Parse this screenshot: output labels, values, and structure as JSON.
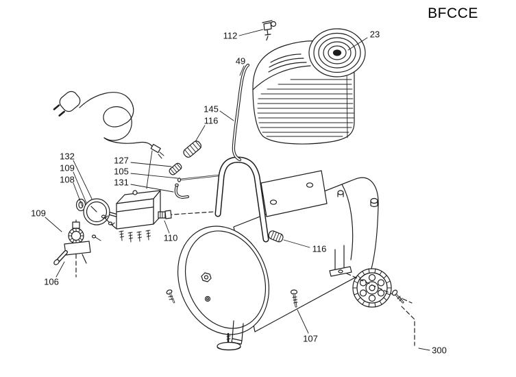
{
  "title": "BFCCE",
  "labels": [
    {
      "part": "112",
      "text": "112"
    },
    {
      "part": "23",
      "text": "23"
    },
    {
      "part": "49",
      "text": "49"
    },
    {
      "part": "145",
      "text": "145"
    },
    {
      "part": "116-upper",
      "text": "116"
    },
    {
      "part": "127",
      "text": "127"
    },
    {
      "part": "105",
      "text": "105"
    },
    {
      "part": "131",
      "text": "131"
    },
    {
      "part": "132",
      "text": "132"
    },
    {
      "part": "109-gauge",
      "text": "109"
    },
    {
      "part": "108",
      "text": "108"
    },
    {
      "part": "109-valve",
      "text": "109"
    },
    {
      "part": "110",
      "text": "110"
    },
    {
      "part": "116-lower",
      "text": "116"
    },
    {
      "part": "106",
      "text": "106"
    },
    {
      "part": "107",
      "text": "107"
    },
    {
      "part": "300",
      "text": "300"
    }
  ]
}
